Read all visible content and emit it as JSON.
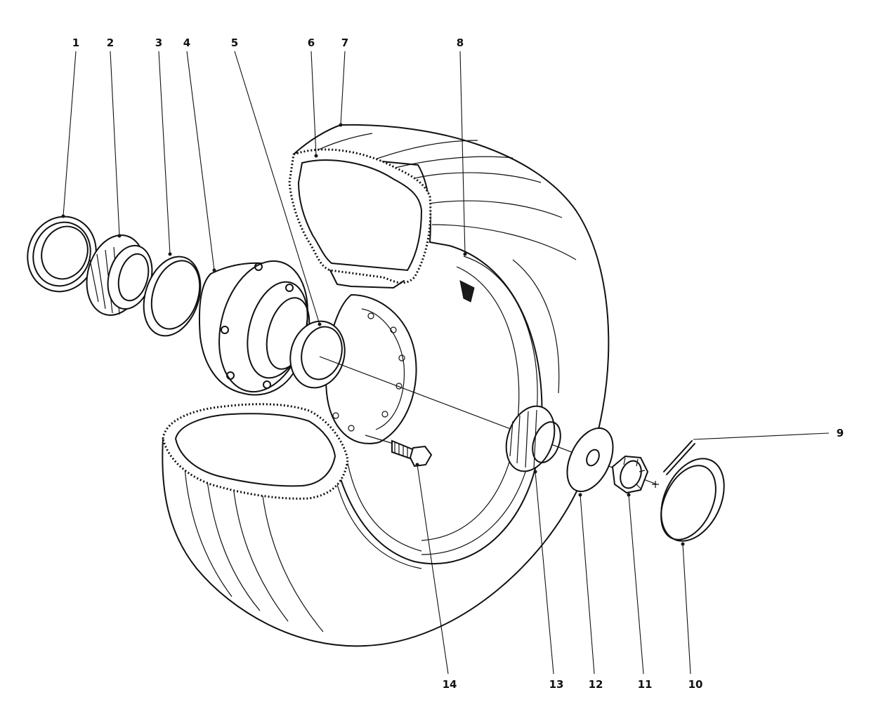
{
  "parts": [
    {
      "id": "part-1",
      "label": "1"
    },
    {
      "id": "part-2",
      "label": "2"
    },
    {
      "id": "part-3",
      "label": "3"
    },
    {
      "id": "part-4",
      "label": "4"
    },
    {
      "id": "part-5",
      "label": "5"
    },
    {
      "id": "part-6",
      "label": "6"
    },
    {
      "id": "part-7",
      "label": "7"
    },
    {
      "id": "part-8",
      "label": "8"
    },
    {
      "id": "part-9",
      "label": "9"
    },
    {
      "id": "part-10",
      "label": "10"
    },
    {
      "id": "part-11",
      "label": "11"
    },
    {
      "id": "part-12",
      "label": "12"
    },
    {
      "id": "part-13",
      "label": "13"
    },
    {
      "id": "part-14",
      "label": "14"
    }
  ]
}
